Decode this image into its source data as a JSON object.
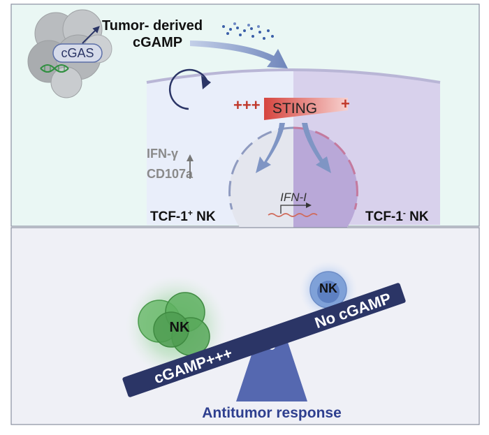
{
  "top_panel": {
    "source_label_line1": "Tumor- derived",
    "source_label_line2": "cGAMP",
    "cgas_label": "cGAS",
    "sting_label": "STING",
    "sting_left_sign": "+++",
    "sting_right_sign": "+",
    "marker_1": "IFN-γ",
    "marker_2": "CD107a",
    "ifn_label": "IFN-I",
    "left_cell_label": "TCF-1",
    "left_cell_sup": "+",
    "left_cell_suffix": " NK",
    "right_cell_label": "TCF-1",
    "right_cell_sup": "-",
    "right_cell_suffix": " NK"
  },
  "bottom_panel": {
    "nk_left": "NK",
    "nk_right": "NK",
    "beam_left_label": "cGAMP+++",
    "beam_right_label": "No cGAMP",
    "response_label": "Antitumor response"
  },
  "colors": {
    "top_bg": "#eaf7f4",
    "bottom_bg": "#eff0f6",
    "left_cell": "#e7ecf9",
    "right_cell": "#d7d0ec",
    "arrow": "#7f95c4",
    "sting_red": "#d9534f",
    "beam": "#2b3566",
    "fulcrum": "#5568b0",
    "nk_green": "#58b35a",
    "nk_blue": "#7fa1d8"
  }
}
